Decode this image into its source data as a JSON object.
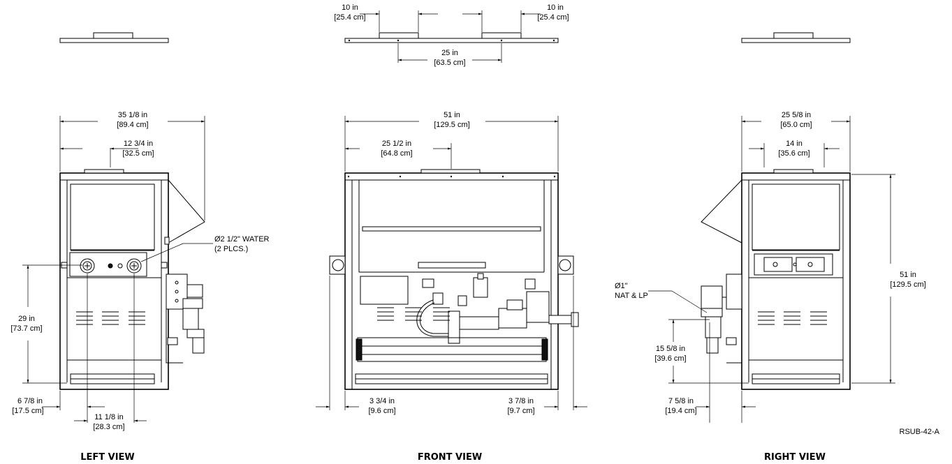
{
  "views": {
    "left": "LEFT VIEW",
    "front": "FRONT VIEW",
    "right": "RIGHT VIEW"
  },
  "drawing_ref": "RSUB-42-A",
  "dimensions": {
    "top_left_10": {
      "in": "10 in",
      "cm": "[25.4 cm]"
    },
    "top_right_10": {
      "in": "10 in",
      "cm": "[25.4 cm]"
    },
    "top_25": {
      "in": "25 in",
      "cm": "[63.5 cm]"
    },
    "left_width": {
      "in": "35 1/8 in",
      "cm": "[89.4 cm]"
    },
    "left_inner": {
      "in": "12 3/4 in",
      "cm": "[32.5 cm]"
    },
    "left_height": {
      "in": "29 in",
      "cm": "[73.7 cm]"
    },
    "left_offset": {
      "in": "6 7/8 in",
      "cm": "[17.5 cm]"
    },
    "left_bottom": {
      "in": "11 1/8 in",
      "cm": "[28.3 cm]"
    },
    "front_width": {
      "in": "51 in",
      "cm": "[129.5 cm]"
    },
    "front_inner": {
      "in": "25 1/2 in",
      "cm": "[64.8 cm]"
    },
    "front_left": {
      "in": "3 3/4 in",
      "cm": "[9.6 cm]"
    },
    "front_right": {
      "in": "3 7/8 in",
      "cm": "[9.7 cm]"
    },
    "right_width": {
      "in": "25 5/8 in",
      "cm": "[65.0 cm]"
    },
    "right_inner": {
      "in": "14 in",
      "cm": "[35.6 cm]"
    },
    "right_height": {
      "in": "51 in",
      "cm": "[129.5 cm]"
    },
    "right_gas": {
      "in": "15 5/8 in",
      "cm": "[39.6 cm]"
    },
    "right_bottom": {
      "in": "7 5/8 in",
      "cm": "[19.4 cm]"
    }
  },
  "callouts": {
    "water": {
      "line1": "Ø2 1/2\" WATER",
      "line2": "(2 PLCS.)"
    },
    "gas": {
      "line1": "Ø1\"",
      "line2": "NAT & LP"
    }
  }
}
